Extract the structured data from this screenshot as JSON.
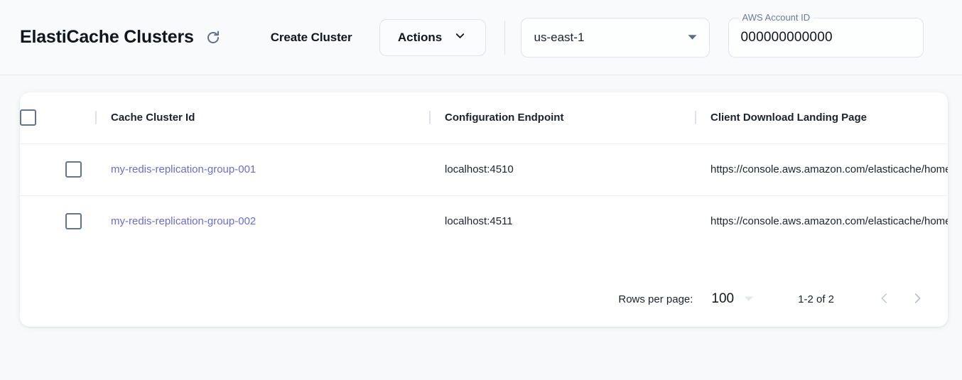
{
  "header": {
    "title": "ElastiCache Clusters",
    "refresh_icon": "refresh-icon",
    "create_cluster_label": "Create Cluster",
    "actions_label": "Actions",
    "actions_caret_icon": "chevron-down-icon",
    "region": {
      "selected": "us-east-1",
      "caret_icon": "triangle-down-icon"
    },
    "account": {
      "label": "AWS Account ID",
      "value": "000000000000"
    }
  },
  "table": {
    "select_all_checkbox": "unchecked",
    "columns": [
      "Cache Cluster Id",
      "Configuration Endpoint",
      "Client Download Landing Page"
    ],
    "rows": [
      {
        "checkbox": "unchecked",
        "cache_cluster_id": "my-redis-replication-group-001",
        "configuration_endpoint": "localhost:4510",
        "client_download_landing_page": "https://console.aws.amazon.com/elasticache/home"
      },
      {
        "checkbox": "unchecked",
        "cache_cluster_id": "my-redis-replication-group-002",
        "configuration_endpoint": "localhost:4511",
        "client_download_landing_page": "https://console.aws.amazon.com/elasticache/home"
      }
    ]
  },
  "pagination": {
    "rows_per_page_label": "Rows per page:",
    "rows_per_page_value": "100",
    "rows_per_page_caret_icon": "caret-down-icon",
    "range_label": "1-2 of 2",
    "prev_icon": "chevron-left-icon",
    "next_icon": "chevron-right-icon"
  },
  "colors": {
    "page_background": "#f7f9fb",
    "topbar_background": "#f8fafc",
    "card_background": "#ffffff",
    "link": "#6c6ccb",
    "text_primary": "#12161c",
    "label_muted": "#6b7d94",
    "border": "#dfe4ea"
  }
}
